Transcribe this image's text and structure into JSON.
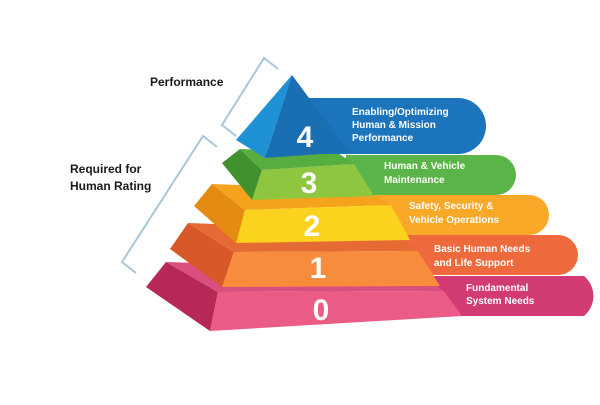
{
  "brackets": {
    "performance": {
      "label": "Performance"
    },
    "required": {
      "label_lines": [
        "Required for",
        "Human Rating"
      ]
    }
  },
  "levels": [
    {
      "number": "4",
      "label_lines": [
        "Enabling/Optimizing",
        "Human & Mission",
        "Performance"
      ],
      "color": "#1b75bc"
    },
    {
      "number": "3",
      "label_lines": [
        "Human & Vehicle",
        "Maintenance"
      ],
      "color": "#5fb346"
    },
    {
      "number": "2",
      "label_lines": [
        "Safety, Security &",
        "Vehicle Operations"
      ],
      "color": "#f9a21b"
    },
    {
      "number": "1",
      "label_lines": [
        "Basic Human Needs",
        "and Life Support"
      ],
      "color": "#f26a33"
    },
    {
      "number": "0",
      "label_lines": [
        "Fundamental",
        "System Needs"
      ],
      "color": "#d9366b"
    }
  ]
}
